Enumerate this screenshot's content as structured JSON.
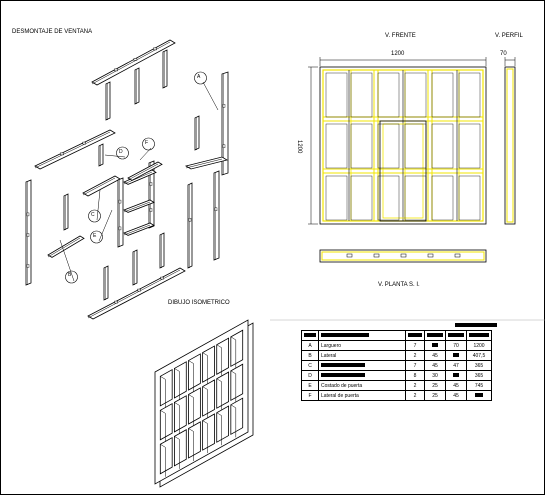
{
  "labels": {
    "desmontaje": "DESMONTAJE DE VENTANA",
    "dibujo_isometrico": "DIBUJO ISOMETRICO",
    "v_frente": "V. FRENTE",
    "v_perfil": "V. PERFIL",
    "v_planta": "V. PLANTA S. I.",
    "dim_width": "1200",
    "dim_height": "1200",
    "dim_depth": "70"
  },
  "part_callouts": [
    "A",
    "B",
    "C",
    "D",
    "E",
    "F"
  ],
  "colors": {
    "line": "#000000",
    "highlight": "#f2e600",
    "fill": "#ffffff"
  },
  "table": {
    "rows": [
      {
        "id": "A",
        "desc": "Larguero",
        "desc_redacted": false,
        "qty": "7",
        "dim1": "",
        "dim1_redacted": true,
        "dim2": "70",
        "dim3": "1200",
        "dim3_redacted": false
      },
      {
        "id": "B",
        "desc": "Lateral",
        "desc_redacted": false,
        "qty": "2",
        "dim1": "45",
        "dim1_redacted": false,
        "dim2": "",
        "dim2_redacted": true,
        "dim3": "407,5"
      },
      {
        "id": "C",
        "desc": "",
        "desc_redacted": true,
        "qty": "7",
        "dim1": "45",
        "dim1_redacted": false,
        "dim2": "47",
        "dim3": "365"
      },
      {
        "id": "D",
        "desc": "",
        "desc_redacted": true,
        "qty": "8",
        "dim1": "30",
        "dim1_redacted": false,
        "dim2": "",
        "dim2_redacted": true,
        "dim3": "365"
      },
      {
        "id": "E",
        "desc": "Costado de puerta",
        "desc_redacted": false,
        "qty": "2",
        "dim1": "25",
        "dim1_redacted": false,
        "dim2": "45",
        "dim3": "745"
      },
      {
        "id": "F",
        "desc": "Lateral de puerta",
        "desc_redacted": false,
        "qty": "2",
        "dim1": "25",
        "dim1_redacted": false,
        "dim2": "45",
        "dim3": "",
        "dim3_redacted": true
      }
    ]
  }
}
